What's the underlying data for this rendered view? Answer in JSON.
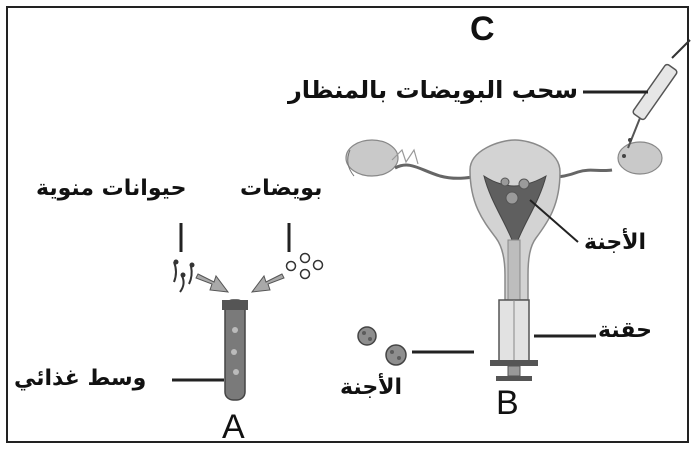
{
  "panels": {
    "A": "A",
    "B": "B",
    "C": "C"
  },
  "labels": {
    "egg_retrieval": "سحب البويضات بالمنظار",
    "sperm": "حيوانات منوية",
    "eggs": "بويضات",
    "culture_medium": "وسط غذائي",
    "embryos_in_uterus": "الأجنة",
    "syringe": "حقنة",
    "embryos": "الأجنة"
  }
}
